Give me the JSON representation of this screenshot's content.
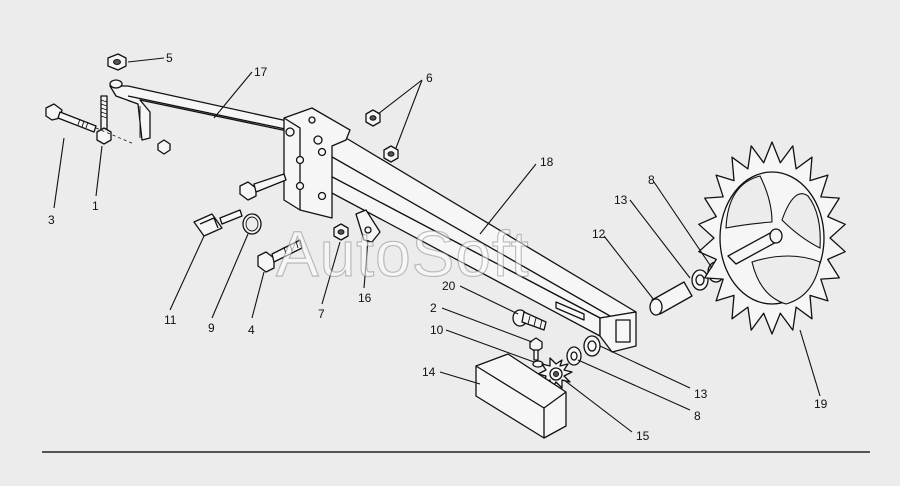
{
  "watermark": "AutoSoft",
  "callouts": {
    "c5": "5",
    "c17": "17",
    "c6": "6",
    "c18": "18",
    "c3": "3",
    "c1": "1",
    "c13a": "13",
    "c12": "12",
    "c8a": "8",
    "c11": "11",
    "c9": "9",
    "c4": "4",
    "c7": "7",
    "c16": "16",
    "c20": "20",
    "c2": "2",
    "c10": "10",
    "c14": "14",
    "c13b": "13",
    "c8b": "8",
    "c15": "15",
    "c19": "19"
  }
}
